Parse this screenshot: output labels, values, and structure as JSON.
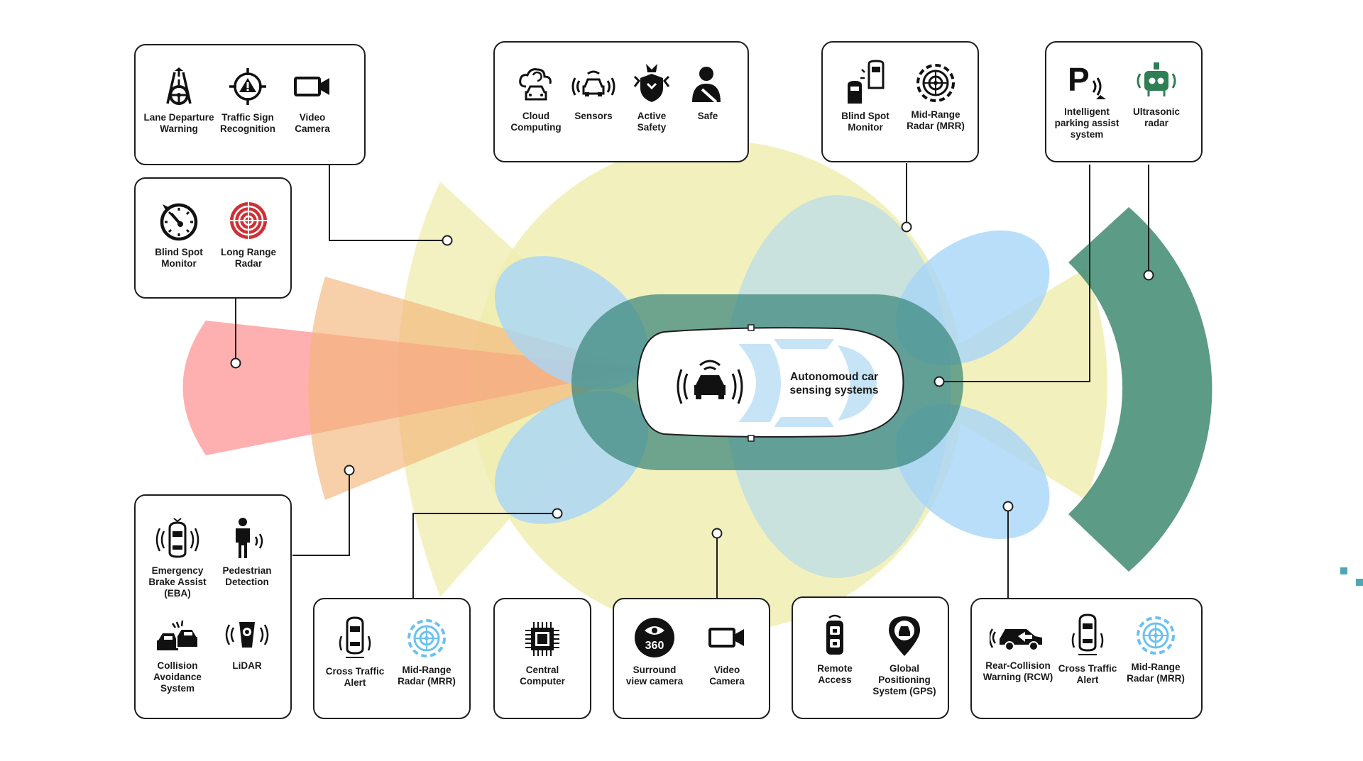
{
  "center": {
    "title": "Autonomoud car\nsensing systems"
  },
  "colors": {
    "red": "#fd8f8f",
    "orange": "#f3b67a",
    "yellow": "#f0eeb2",
    "blue": "#a8d6f7",
    "teal": "#3a867c",
    "green": "#3f8a71",
    "icon_red": "#cf3035",
    "icon_blue": "#6cc1ef",
    "icon_green": "#2f7f55"
  },
  "boxes": {
    "top_left": {
      "items": [
        {
          "icon": "lane-departure-icon",
          "label": "Lane Departure\nWarning"
        },
        {
          "icon": "traffic-sign-icon",
          "label": "Traffic Sign\nRecognition"
        },
        {
          "icon": "video-camera-icon",
          "label": "Video\nCamera"
        }
      ]
    },
    "left_upper": {
      "items": [
        {
          "icon": "speedometer-icon",
          "label": "Blind Spot\nMonitor"
        },
        {
          "icon": "long-range-radar-icon",
          "label": "Long Range\nRadar"
        }
      ]
    },
    "top_center": {
      "items": [
        {
          "icon": "cloud-computing-icon",
          "label": "Cloud\nComputing"
        },
        {
          "icon": "sensors-icon",
          "label": "Sensors"
        },
        {
          "icon": "active-safety-icon",
          "label": "Active\nSafety"
        },
        {
          "icon": "safe-person-icon",
          "label": "Safe"
        }
      ]
    },
    "top_right1": {
      "items": [
        {
          "icon": "blind-spot-cars-icon",
          "label": "Blind Spot\nMonitor"
        },
        {
          "icon": "mid-range-radar-icon",
          "label": "Mid-Range\nRadar (MRR)"
        }
      ]
    },
    "top_right2": {
      "items": [
        {
          "icon": "parking-assist-icon",
          "label": "Intelligent\nparking assist\nsystem"
        },
        {
          "icon": "ultrasonic-radar-icon",
          "label": "Ultrasonic\nradar"
        }
      ]
    },
    "bottom_left": {
      "items": [
        {
          "icon": "emergency-brake-icon",
          "label": "Emergency\nBrake Assist\n(EBA)"
        },
        {
          "icon": "pedestrian-icon",
          "label": "Pedestrian\nDetection"
        },
        {
          "icon": "collision-avoidance-icon",
          "label": "Collision\nAvoidance\nSystem"
        },
        {
          "icon": "lidar-icon",
          "label": "LiDAR"
        }
      ]
    },
    "bottom_2": {
      "items": [
        {
          "icon": "cross-traffic-icon",
          "label": "Cross Traffic\nAlert"
        },
        {
          "icon": "mid-range-radar-blue-icon",
          "label": "Mid-Range\nRadar (MRR)"
        }
      ]
    },
    "bottom_3": {
      "items": [
        {
          "icon": "cpu-chip-icon",
          "label": "Central\nComputer"
        }
      ]
    },
    "bottom_4": {
      "items": [
        {
          "icon": "surround-360-icon",
          "label": "Surround\nview camera"
        },
        {
          "icon": "video-camera-icon",
          "label": "Video\nCamera"
        }
      ]
    },
    "bottom_5": {
      "items": [
        {
          "icon": "remote-key-icon",
          "label": "Remote\nAccess"
        },
        {
          "icon": "gps-pin-icon",
          "label": "Global\nPositioning\nSystem (GPS)"
        }
      ]
    },
    "bottom_6": {
      "items": [
        {
          "icon": "rear-collision-icon",
          "label": "Rear-Collision\nWarning (RCW)"
        },
        {
          "icon": "cross-traffic-icon",
          "label": "Cross Traffic\nAlert"
        },
        {
          "icon": "mid-range-radar-blue-icon",
          "label": "Mid-Range\nRadar (MRR)"
        }
      ]
    }
  }
}
